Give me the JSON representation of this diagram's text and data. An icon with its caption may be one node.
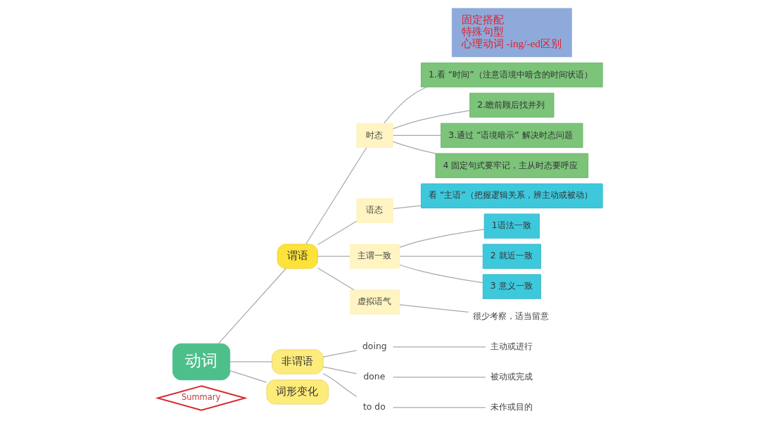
{
  "diagram": {
    "nodes": [
      {
        "text": [
          "Summary"
        ]
      },
      {
        "text": [
          "动词"
        ]
      },
      {
        "text": [
          "谓语"
        ]
      },
      {
        "text": [
          "时态"
        ]
      },
      {
        "text": [
          "1.看 “时间”（注意语境中暗含的时间状语）"
        ]
      },
      {
        "text": [
          "2.瞻前顾后找并列"
        ]
      },
      {
        "text": [
          "3.通过 “语境暗示” 解决时态问题"
        ]
      },
      {
        "text": [
          "4 固定句式要牢记，主从时态要呼应"
        ]
      },
      {
        "text": [
          "语态"
        ]
      },
      {
        "text": [
          "看 “主语”（把握逻辑关系，辨主动或被动）"
        ]
      },
      {
        "text": [
          "主谓一致"
        ]
      },
      {
        "text": [
          "1语法一致"
        ]
      },
      {
        "text": [
          "2 就近一致"
        ]
      },
      {
        "text": [
          "3 意义一致"
        ]
      },
      {
        "text": [
          "虚拟语气"
        ]
      },
      {
        "text": [
          "很少考察，适当留意"
        ]
      },
      {
        "text": [
          "非谓语"
        ]
      },
      {
        "text": [
          "doing"
        ]
      },
      {
        "text": [
          "主动或进行"
        ]
      },
      {
        "text": [
          "done"
        ]
      },
      {
        "text": [
          "被动或完成"
        ]
      },
      {
        "text": [
          "to do"
        ]
      },
      {
        "text": [
          "未作或目的"
        ]
      },
      {
        "text": [
          "固定搭配",
          "特殊句型",
          "心理动词 -ing/-ed区别"
        ]
      },
      {
        "text": [
          "词形变化"
        ]
      }
    ],
    "edges": [
      {
        "from": 1,
        "to": 2,
        "arrow": "none"
      },
      {
        "from": 1,
        "to": 16,
        "arrow": "none"
      },
      {
        "from": 1,
        "to": 24,
        "arrow": "none"
      },
      {
        "from": 2,
        "to": 3,
        "arrow": "none"
      },
      {
        "from": 2,
        "to": 8,
        "arrow": "none"
      },
      {
        "from": 2,
        "to": 10,
        "arrow": "none"
      },
      {
        "from": 2,
        "to": 14,
        "arrow": "none"
      },
      {
        "from": 3,
        "to": 4,
        "arrow": "none"
      },
      {
        "from": 3,
        "to": 5,
        "arrow": "none"
      },
      {
        "from": 3,
        "to": 6,
        "arrow": "none"
      },
      {
        "from": 3,
        "to": 7,
        "arrow": "none"
      },
      {
        "from": 8,
        "to": 9,
        "arrow": "none"
      },
      {
        "from": 10,
        "to": 11,
        "arrow": "none"
      },
      {
        "from": 10,
        "to": 12,
        "arrow": "none"
      },
      {
        "from": 10,
        "to": 13,
        "arrow": "none"
      },
      {
        "from": 14,
        "to": 15,
        "arrow": "none"
      },
      {
        "from": 16,
        "to": 17,
        "arrow": "none"
      },
      {
        "from": 16,
        "to": 19,
        "arrow": "none"
      },
      {
        "from": 16,
        "to": 21,
        "arrow": "none"
      },
      {
        "from": 17,
        "to": 18,
        "arrow": "none"
      },
      {
        "from": 19,
        "to": 20,
        "arrow": "none"
      },
      {
        "from": 21,
        "to": 22,
        "arrow": "none"
      }
    ]
  }
}
